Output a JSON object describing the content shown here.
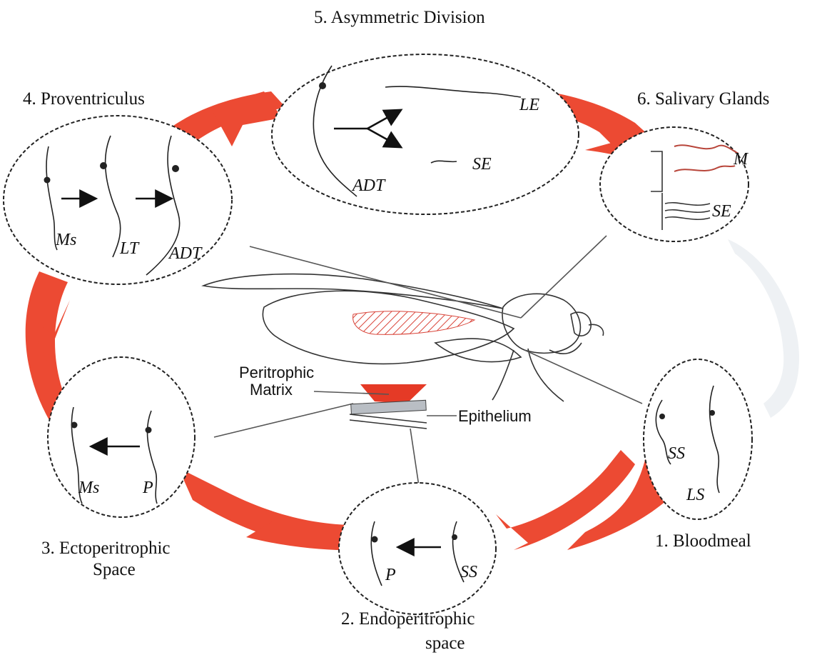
{
  "stages": {
    "s1": "1. Bloodmeal",
    "s2_line1": "2.   Endoperitrophic",
    "s2_line2": "space",
    "s3_line1": "3. Ectoperitrophic",
    "s3_line2": "Space",
    "s4": "4. Proventriculus",
    "s5": "5. Asymmetric Division",
    "s6": "6. Salivary Glands"
  },
  "cell_labels": {
    "bloodmeal_ss": "SS",
    "bloodmeal_ls": "LS",
    "endo_p": "P",
    "endo_ss": "SS",
    "ecto_ms": "Ms",
    "ecto_p": "P",
    "prov_ms": "Ms",
    "prov_lt": "LT",
    "prov_adt": "ADT",
    "asym_adt": "ADT",
    "asym_le": "LE",
    "asym_se": "SE",
    "sal_m": "M",
    "sal_se": "SE"
  },
  "layers": {
    "matrix_line1": "Peritrophic",
    "matrix_line2": "Matrix",
    "epithelium": "Epithelium"
  },
  "colors": {
    "cycle_arrow": "#ec4a33",
    "faded_arrow": "#eef1f4",
    "midgut_hatch": "#d9453a"
  }
}
